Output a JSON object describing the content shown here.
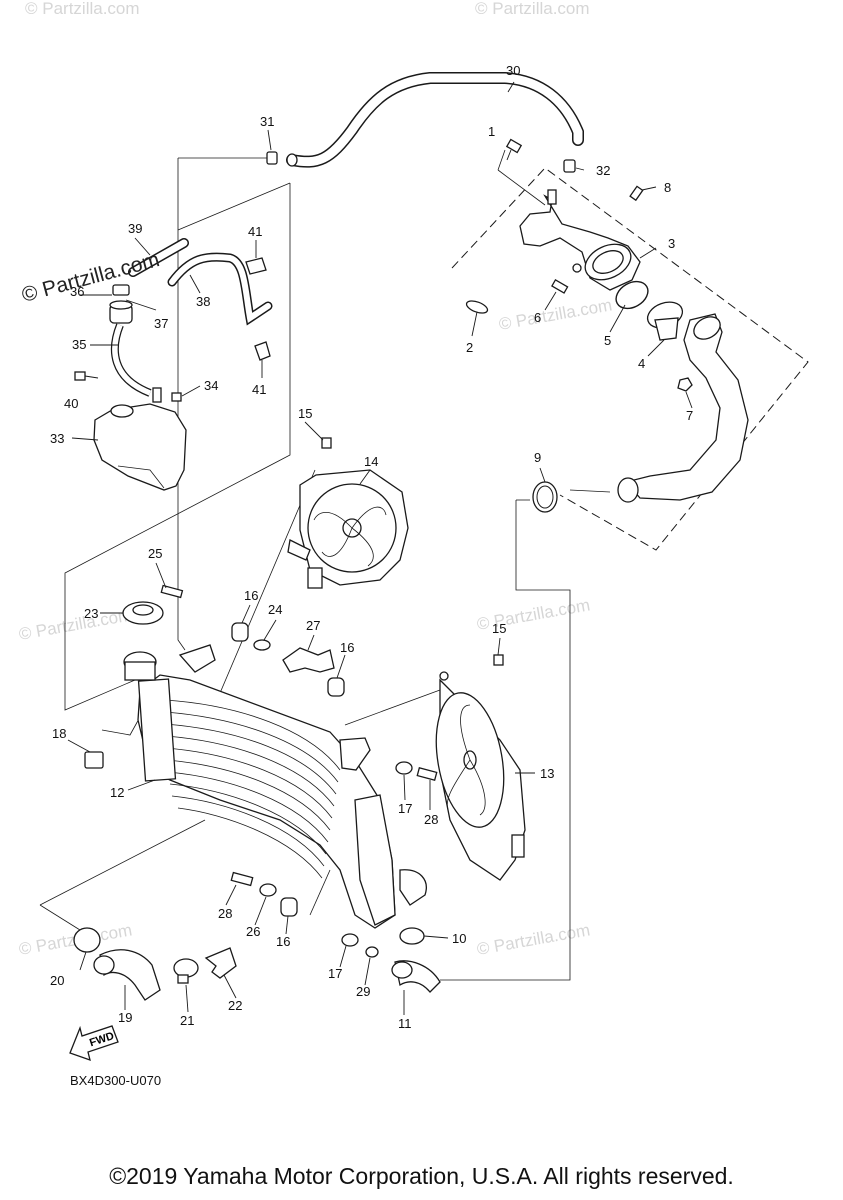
{
  "watermark": "© Partzilla.com",
  "diagram_code": "BX4D300-U070",
  "copyright": "©2019 Yamaha Motor Corporation, U.S.A. All rights reserved.",
  "fwd_arrow_label": "FWD",
  "callouts": [
    "1",
    "2",
    "3",
    "4",
    "5",
    "6",
    "7",
    "8",
    "9",
    "10",
    "11",
    "12",
    "13",
    "14",
    "15",
    "16",
    "17",
    "18",
    "19",
    "20",
    "21",
    "22",
    "23",
    "24",
    "25",
    "26",
    "27",
    "28",
    "29",
    "30",
    "31",
    "32",
    "33",
    "34",
    "35",
    "36",
    "37",
    "38",
    "39",
    "40",
    "41"
  ]
}
